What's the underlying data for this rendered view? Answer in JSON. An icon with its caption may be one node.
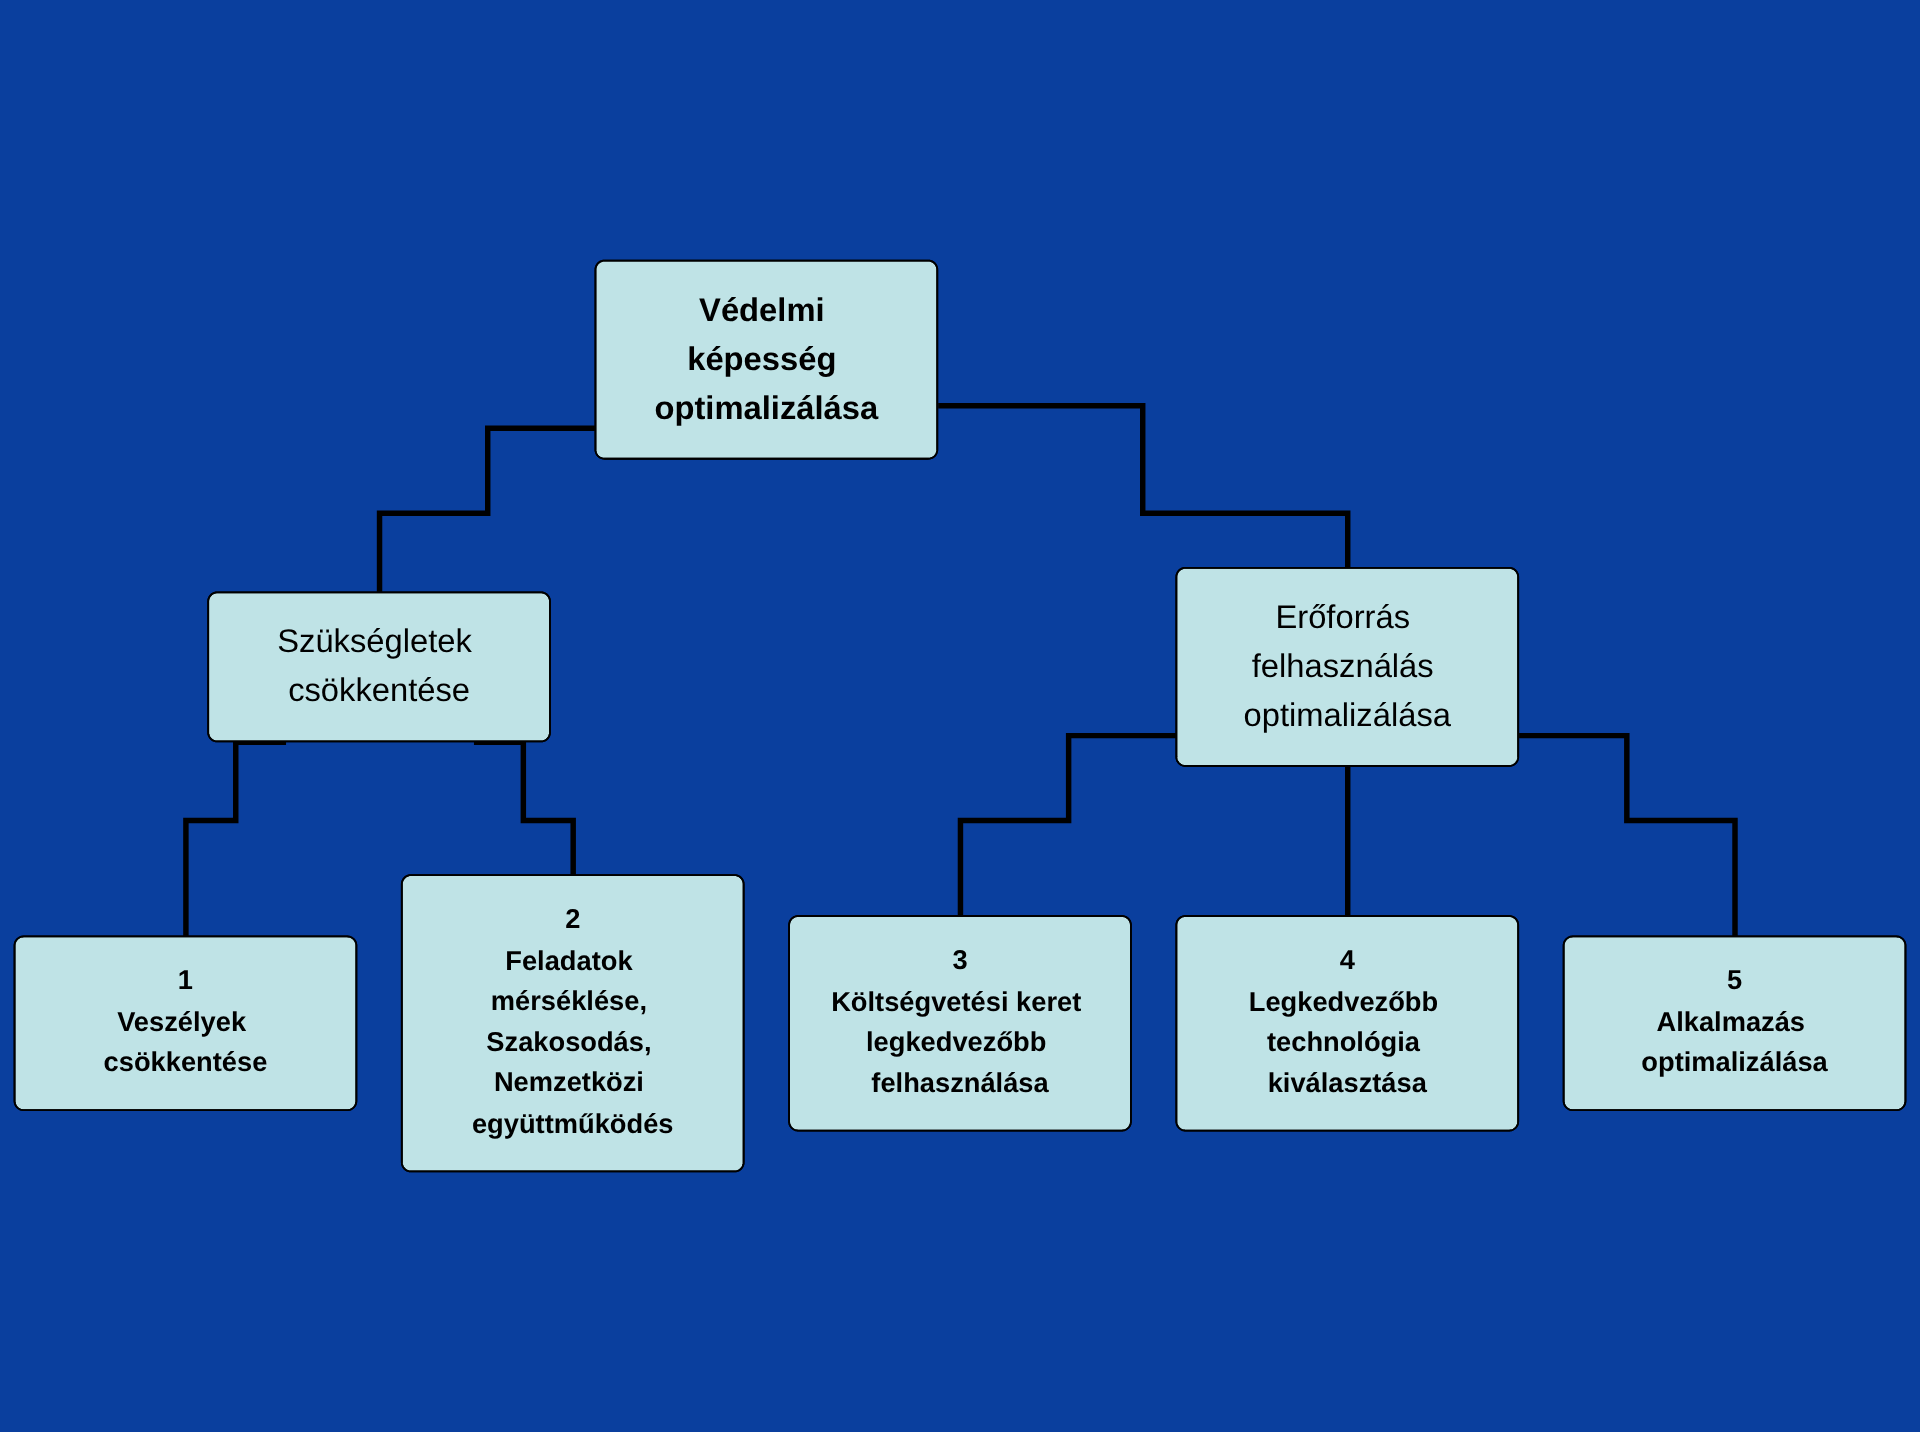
{
  "diagram": {
    "nodes": [
      {
        "text": [
          "Védelmi képesség optimalizálása"
        ]
      },
      {
        "text": [
          "Szükségletek csökkentése"
        ]
      },
      {
        "text": [
          "Erőforrás felhasználás optimalizálása"
        ]
      },
      {
        "text": [
          "1",
          "Veszélyek csökkentése"
        ]
      },
      {
        "text": [
          "2",
          "Feladatok mérséklése, Szakosodás, Nemzetközi együttműködés"
        ]
      },
      {
        "text": [
          "3",
          "Költségvetési keret legkedvezőbb felhasználása"
        ]
      },
      {
        "text": [
          "4",
          "Legkedvezőbb technológia kiválasztása"
        ]
      },
      {
        "text": [
          "5",
          "Alkalmazás optimalizálása"
        ]
      }
    ],
    "edges": [
      {
        "from": 0,
        "to": 1,
        "arrow": "none"
      },
      {
        "from": 0,
        "to": 2,
        "arrow": "none"
      },
      {
        "from": 1,
        "to": 3,
        "arrow": "none"
      },
      {
        "from": 1,
        "to": 4,
        "arrow": "none"
      },
      {
        "from": 2,
        "to": 5,
        "arrow": "none"
      },
      {
        "from": 2,
        "to": 6,
        "arrow": "none"
      },
      {
        "from": 2,
        "to": 7,
        "arrow": "none"
      }
    ]
  }
}
